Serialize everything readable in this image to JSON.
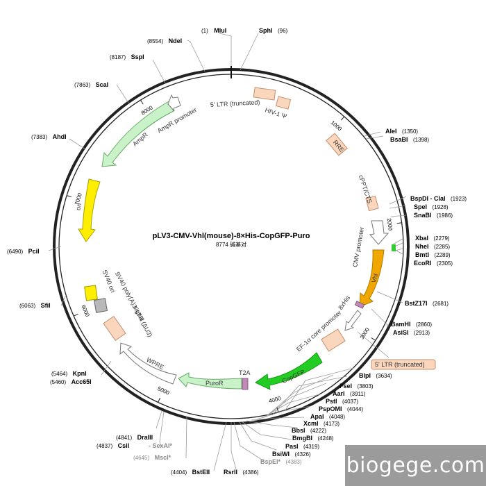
{
  "plasmid": {
    "name": "pLV3-CMV-Vhl(mouse)-8×His-CopGFP-Puro",
    "size_label": "8774 碱基对",
    "length": 8774
  },
  "ticks": [
    {
      "pos": 1000,
      "label": "1000"
    },
    {
      "pos": 2000,
      "label": "2000"
    },
    {
      "pos": 3000,
      "label": "3000"
    },
    {
      "pos": 4000,
      "label": "4000"
    },
    {
      "pos": 5000,
      "label": "5000"
    },
    {
      "pos": 6000,
      "label": "6000"
    },
    {
      "pos": 7000,
      "label": "7000"
    },
    {
      "pos": 8000,
      "label": "8000"
    }
  ],
  "sites": [
    {
      "name": "MluI",
      "pos": "(1)",
      "bp": 1
    },
    {
      "name": "SphI",
      "pos": "(96)",
      "bp": 96
    },
    {
      "name": "NdeI",
      "pos": "(8554)",
      "bp": 8554
    },
    {
      "name": "SspI",
      "pos": "(8187)",
      "bp": 8187
    },
    {
      "name": "ScaI",
      "pos": "(7863)",
      "bp": 7863
    },
    {
      "name": "AhdI",
      "pos": "(7383)",
      "bp": 7383
    },
    {
      "name": "PciI",
      "pos": "(6490)",
      "bp": 6490
    },
    {
      "name": "SfiI",
      "pos": "(6063)",
      "bp": 6063
    },
    {
      "name": "KpnI",
      "pos": "(5464)",
      "bp": 5464
    },
    {
      "name": "Acc65I",
      "pos": "(5460)",
      "bp": 5460
    },
    {
      "name": "DraIII",
      "pos": "(4841)",
      "bp": 4841
    },
    {
      "name": "CsiI",
      "pos": "(4837)",
      "bp": 4837
    },
    {
      "name": "SexAI*",
      "pos": "",
      "bp": 4837,
      "grey": true
    },
    {
      "name": "MscI*",
      "pos": "(4645)",
      "bp": 4645,
      "grey": true
    },
    {
      "name": "BstEII",
      "pos": "(4404)",
      "bp": 4404
    },
    {
      "name": "RsrII",
      "pos": "(4386)",
      "bp": 4386
    },
    {
      "name": "BspEI*",
      "pos": "(4383)",
      "bp": 4383,
      "grey": true
    },
    {
      "name": "BsiWI",
      "pos": "(4326)",
      "bp": 4326
    },
    {
      "name": "PasI",
      "pos": "(4319)",
      "bp": 4319
    },
    {
      "name": "BmgBI",
      "pos": "(4248)",
      "bp": 4248
    },
    {
      "name": "BbsI",
      "pos": "(4222)",
      "bp": 4222
    },
    {
      "name": "XcmI",
      "pos": "(4173)",
      "bp": 4173
    },
    {
      "name": "ApaI",
      "pos": "(4048)",
      "bp": 4048
    },
    {
      "name": "PspOMI",
      "pos": "(4044)",
      "bp": 4044
    },
    {
      "name": "PstI",
      "pos": "(4037)",
      "bp": 4037
    },
    {
      "name": "AarI",
      "pos": "(3911)",
      "bp": 3911
    },
    {
      "name": "FseI",
      "pos": "(3803)",
      "bp": 3803
    },
    {
      "name": "BlpI",
      "pos": "(3634)",
      "bp": 3634
    },
    {
      "name": "AsiSI",
      "pos": "(2913)",
      "bp": 2913
    },
    {
      "name": "BamHI",
      "pos": "(2860)",
      "bp": 2860
    },
    {
      "name": "BstZ17I",
      "pos": "(2681)",
      "bp": 2681
    },
    {
      "name": "EcoRI",
      "pos": "(2305)",
      "bp": 2305
    },
    {
      "name": "BmtI",
      "pos": "(2289)",
      "bp": 2289
    },
    {
      "name": "NheI",
      "pos": "(2285)",
      "bp": 2285
    },
    {
      "name": "XbaI",
      "pos": "(2279)",
      "bp": 2279
    },
    {
      "name": "SnaBI",
      "pos": "(1986)",
      "bp": 1986
    },
    {
      "name": "SpeI",
      "pos": "(1928)",
      "bp": 1928
    },
    {
      "name": "BspDI - ClaI",
      "pos": "(1923)",
      "bp": 1923
    },
    {
      "name": "BsaBI",
      "pos": "(1398)",
      "bp": 1398
    },
    {
      "name": "AleI",
      "pos": "(1350)",
      "bp": 1350
    }
  ],
  "features": [
    {
      "label": "5' LTR (truncated)",
      "color": "#f9d6bc"
    },
    {
      "label": "HIV-1 Ψ",
      "color": "#f9d6bc"
    },
    {
      "label": "RRE",
      "color": "#f9d6bc"
    },
    {
      "label": "cPPT/CTS",
      "color": "#f9d6bc"
    },
    {
      "label": "CMV promoter",
      "color": "#ffffff"
    },
    {
      "label": "Vhl",
      "color": "#f0a800"
    },
    {
      "label": "8xHis",
      "color": "#c08ab8"
    },
    {
      "label": "EF-1α core promoter",
      "color": "#ffffff"
    },
    {
      "label": "5' LTR (truncated)",
      "color": "#f9d6bc"
    },
    {
      "label": "CopGFP",
      "color": "#33cc33"
    },
    {
      "label": "T2A",
      "color": "#c08ab8"
    },
    {
      "label": "PuroR",
      "color": "#c9f2c9"
    },
    {
      "label": "WPRE",
      "color": "#ffffff"
    },
    {
      "label": "3' LTR (ΔU3)",
      "color": "#f9d6bc"
    },
    {
      "label": "SV40 poly(A) signal",
      "color": "#b8b8b8"
    },
    {
      "label": "SV40 ori",
      "color": "#ffee00"
    },
    {
      "label": "ori",
      "color": "#ffee00"
    },
    {
      "label": "AmpR",
      "color": "#c9f2c9"
    },
    {
      "label": "AmpR promoter",
      "color": "#ffffff"
    }
  ],
  "watermark": "biogege.com"
}
